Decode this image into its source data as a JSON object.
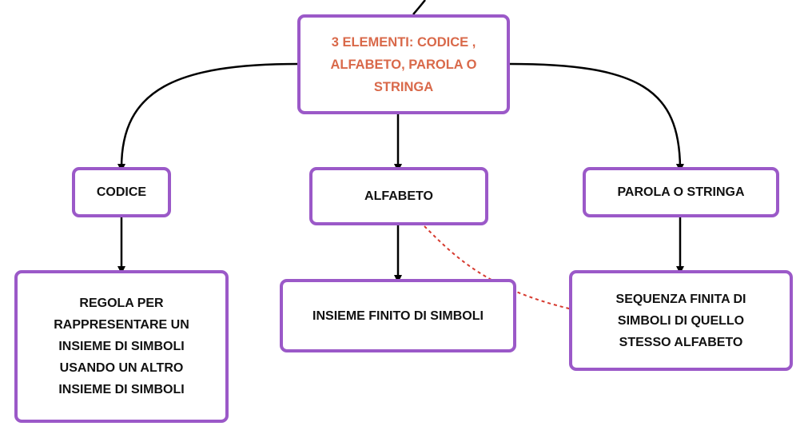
{
  "colors": {
    "node_border": "#9b59c8",
    "root_text": "#d9694a",
    "node_text": "#111111",
    "connector": "#000000",
    "cross_link": "#d63a2f"
  },
  "nodes": {
    "root": {
      "text": "3 ELEMENTI: CODICE ,\nALFABETO, PAROLA O\nSTRINGA"
    },
    "codice": {
      "text": "CODICE"
    },
    "alfabeto": {
      "text": "ALFABETO"
    },
    "parola": {
      "text": "PAROLA O STRINGA"
    },
    "codice_def": {
      "text": "REGOLA PER\nRAPPRESENTARE UN\nINSIEME DI SIMBOLI\nUSANDO UN ALTRO\nINSIEME DI SIMBOLI"
    },
    "alfabeto_def": {
      "text": "INSIEME FINITO DI SIMBOLI"
    },
    "parola_def": {
      "text": "SEQUENZA FINITA DI\nSIMBOLI DI  QUELLO\nSTESSO ALFABETO"
    }
  }
}
